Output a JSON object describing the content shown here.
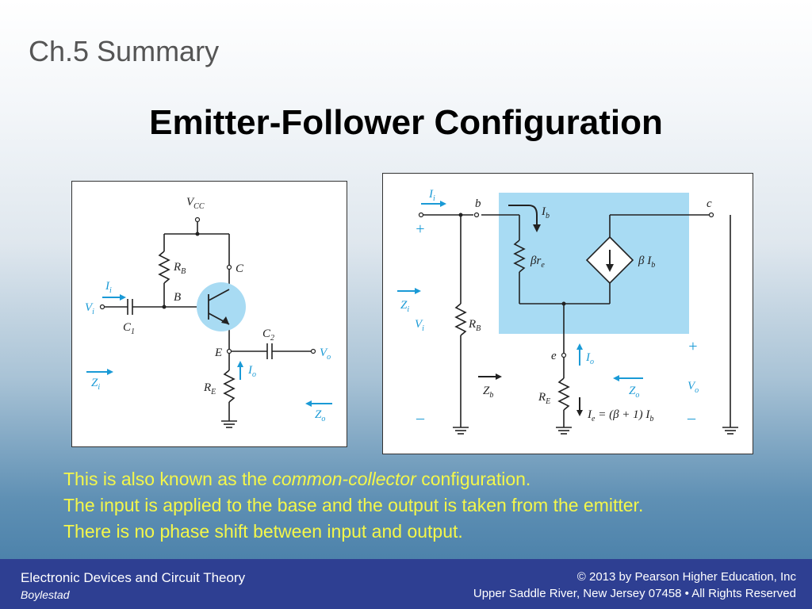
{
  "slide": {
    "section_title": "Ch.5 Summary",
    "main_title": "Emitter-Follower Configuration"
  },
  "left_circuit": {
    "vcc": "V",
    "vcc_sub": "CC",
    "rb": "R",
    "rb_sub": "B",
    "c_node": "C",
    "b_node": "B",
    "e_node": "E",
    "ii": "I",
    "ii_sub": "i",
    "vi": "V",
    "vi_sub": "i",
    "c1": "C",
    "c1_sub": "1",
    "c2": "C",
    "c2_sub": "2",
    "vo": "V",
    "vo_sub": "o",
    "io": "I",
    "io_sub": "o",
    "re": "R",
    "re_sub": "E",
    "zi": "Z",
    "zi_sub": "i",
    "zo": "Z",
    "zo_sub": "o"
  },
  "right_circuit": {
    "ii": "I",
    "ii_sub": "i",
    "b_node": "b",
    "c_node": "c",
    "ib": "I",
    "ib_sub": "b",
    "beta_re": "βr",
    "beta_re_sub": "e",
    "beta_ib": "β I",
    "beta_ib_sub": "b",
    "rb": "R",
    "rb_sub": "B",
    "zi": "Z",
    "zi_sub": "i",
    "vi": "V",
    "vi_sub": "i",
    "e_node": "e",
    "io": "I",
    "io_sub": "o",
    "zb": "Z",
    "zb_sub": "b",
    "re": "R",
    "re_sub": "E",
    "zo": "Z",
    "zo_sub": "o",
    "vo": "V",
    "vo_sub": "o",
    "ie_eq": "I",
    "ie_eq_sub": "e",
    "ie_eq_rest": " = (β + 1) I",
    "ie_eq_sub2": "b",
    "plus": "+",
    "minus": "–"
  },
  "bullets": {
    "line1_pre": "This is also known as the ",
    "line1_em": "common-collector",
    "line1_post": " configuration.",
    "line2": "The input is applied to the base and the output is taken from the emitter.",
    "line3": "There is no phase shift between input and output."
  },
  "footer": {
    "book_title": "Electronic Devices and Circuit Theory",
    "author": "Boylestad",
    "copyright": "© 2013 by Pearson Higher Education, Inc",
    "address": "Upper Saddle River, New Jersey 07458 • All Rights Reserved"
  },
  "colors": {
    "accent_blue": "#1a9ad6",
    "shade_blue": "#a8dbf3",
    "bullet_yellow": "#f4f74a",
    "footer_bg": "#2e3f92"
  }
}
